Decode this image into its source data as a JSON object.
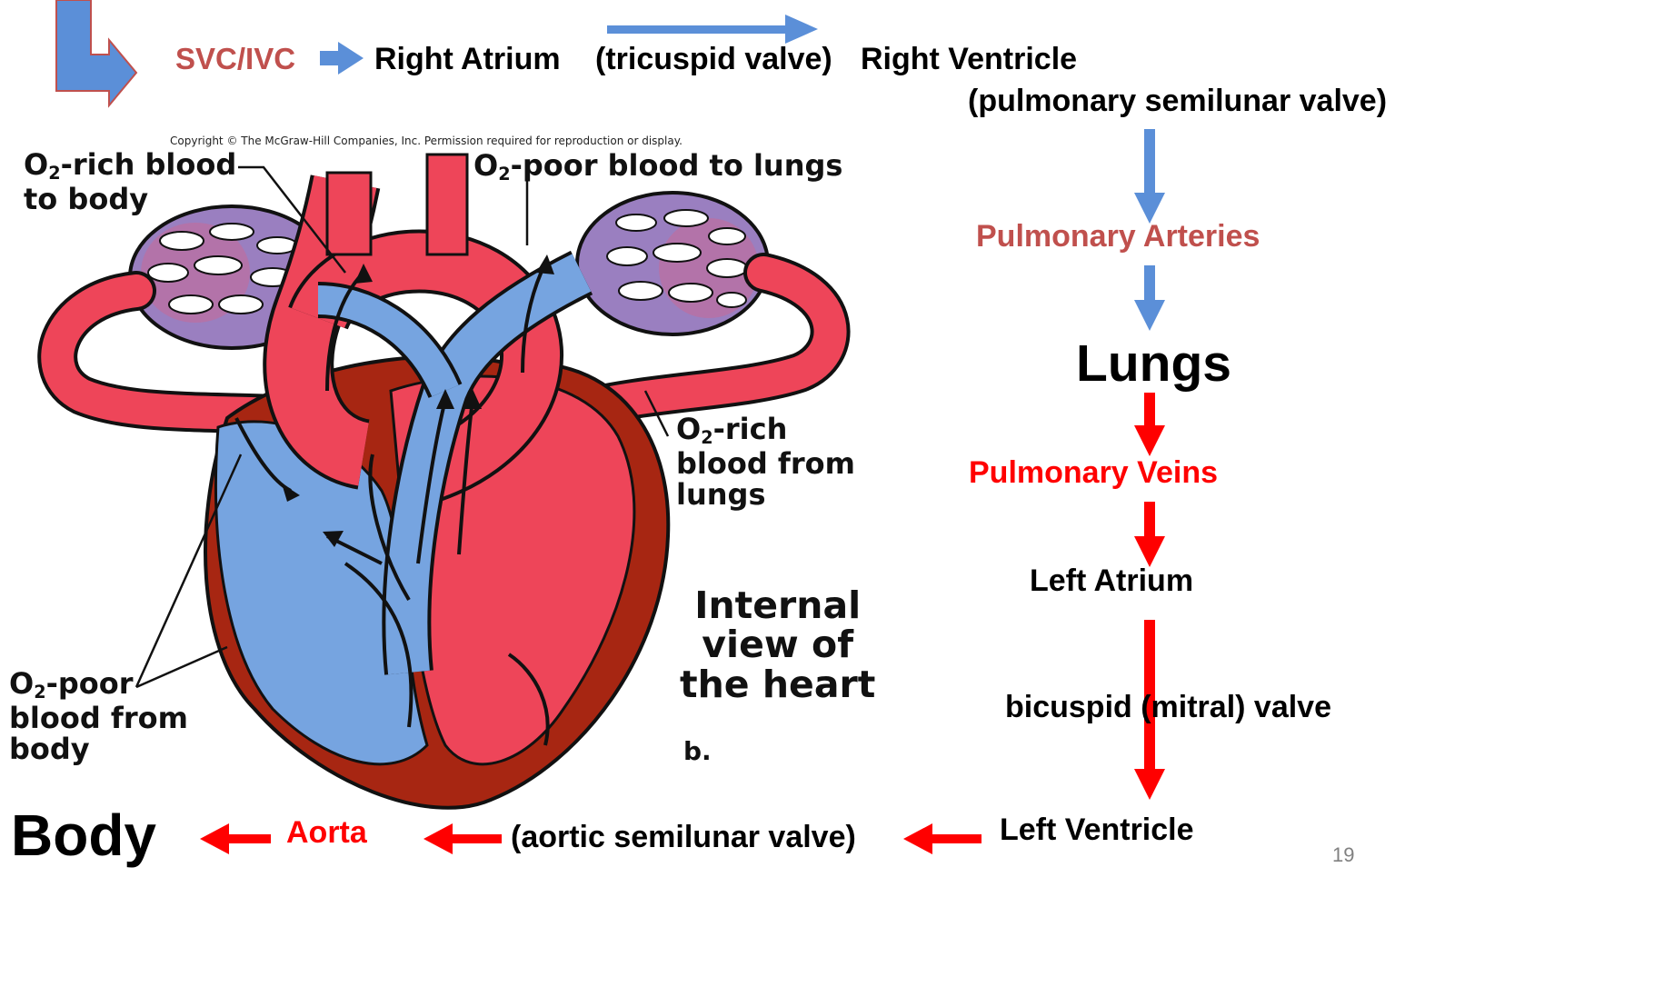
{
  "flow": {
    "svc_ivc": "SVC/IVC",
    "right_atrium": "Right Atrium",
    "tricuspid": "(tricuspid valve)",
    "right_ventricle": "Right Ventricle",
    "pulmonary_semilunar": "(pulmonary semilunar valve)",
    "pulmonary_arteries": "Pulmonary Arteries",
    "lungs": "Lungs",
    "pulmonary_veins": "Pulmonary Veins",
    "left_atrium": "Left Atrium",
    "bicuspid": "bicuspid (mitral) valve",
    "left_ventricle": "Left Ventricle",
    "aortic_semilunar": "(aortic semilunar valve)",
    "aorta": "Aorta",
    "body": "Body"
  },
  "figure": {
    "copyright": "Copyright © The McGraw-Hill Companies, Inc. Permission required for reproduction or display.",
    "o2_rich_to_body": {
      "sym": "O",
      "sub": "2",
      "l1": "-rich blood",
      "l2": "to body"
    },
    "o2_poor_to_lungs": {
      "sym": "O",
      "sub": "2",
      "l1": "-poor blood to lungs"
    },
    "o2_rich_from_lungs": {
      "sym": "O",
      "sub": "2",
      "l1": "-rich",
      "l2": "blood from",
      "l3": "lungs"
    },
    "o2_poor_from_body": {
      "sym": "O",
      "sub": "2",
      "l1": "-poor",
      "l2": "blood from",
      "l3": "body"
    },
    "caption": {
      "l1": "Internal",
      "l2": "view of",
      "l3": "the heart"
    },
    "panel": "b."
  },
  "slide_number": "19",
  "colors": {
    "oxygenated": "#ee4559",
    "deoxygenated": "#76a4e0",
    "myocardium": "#a72612",
    "blue_arrow": "#5b8fd8",
    "red_arrow": "#ff0000",
    "brick_text": "#c0504d"
  }
}
